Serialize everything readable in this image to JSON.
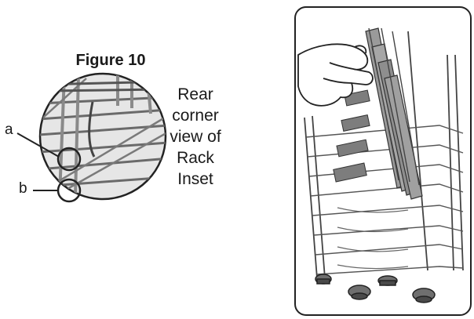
{
  "figure": {
    "title": "Figure 10",
    "caption_lines": [
      "Rear",
      "corner",
      "view of",
      "Rack",
      "Inset"
    ],
    "callouts": {
      "a": "a",
      "b": "b"
    }
  }
}
